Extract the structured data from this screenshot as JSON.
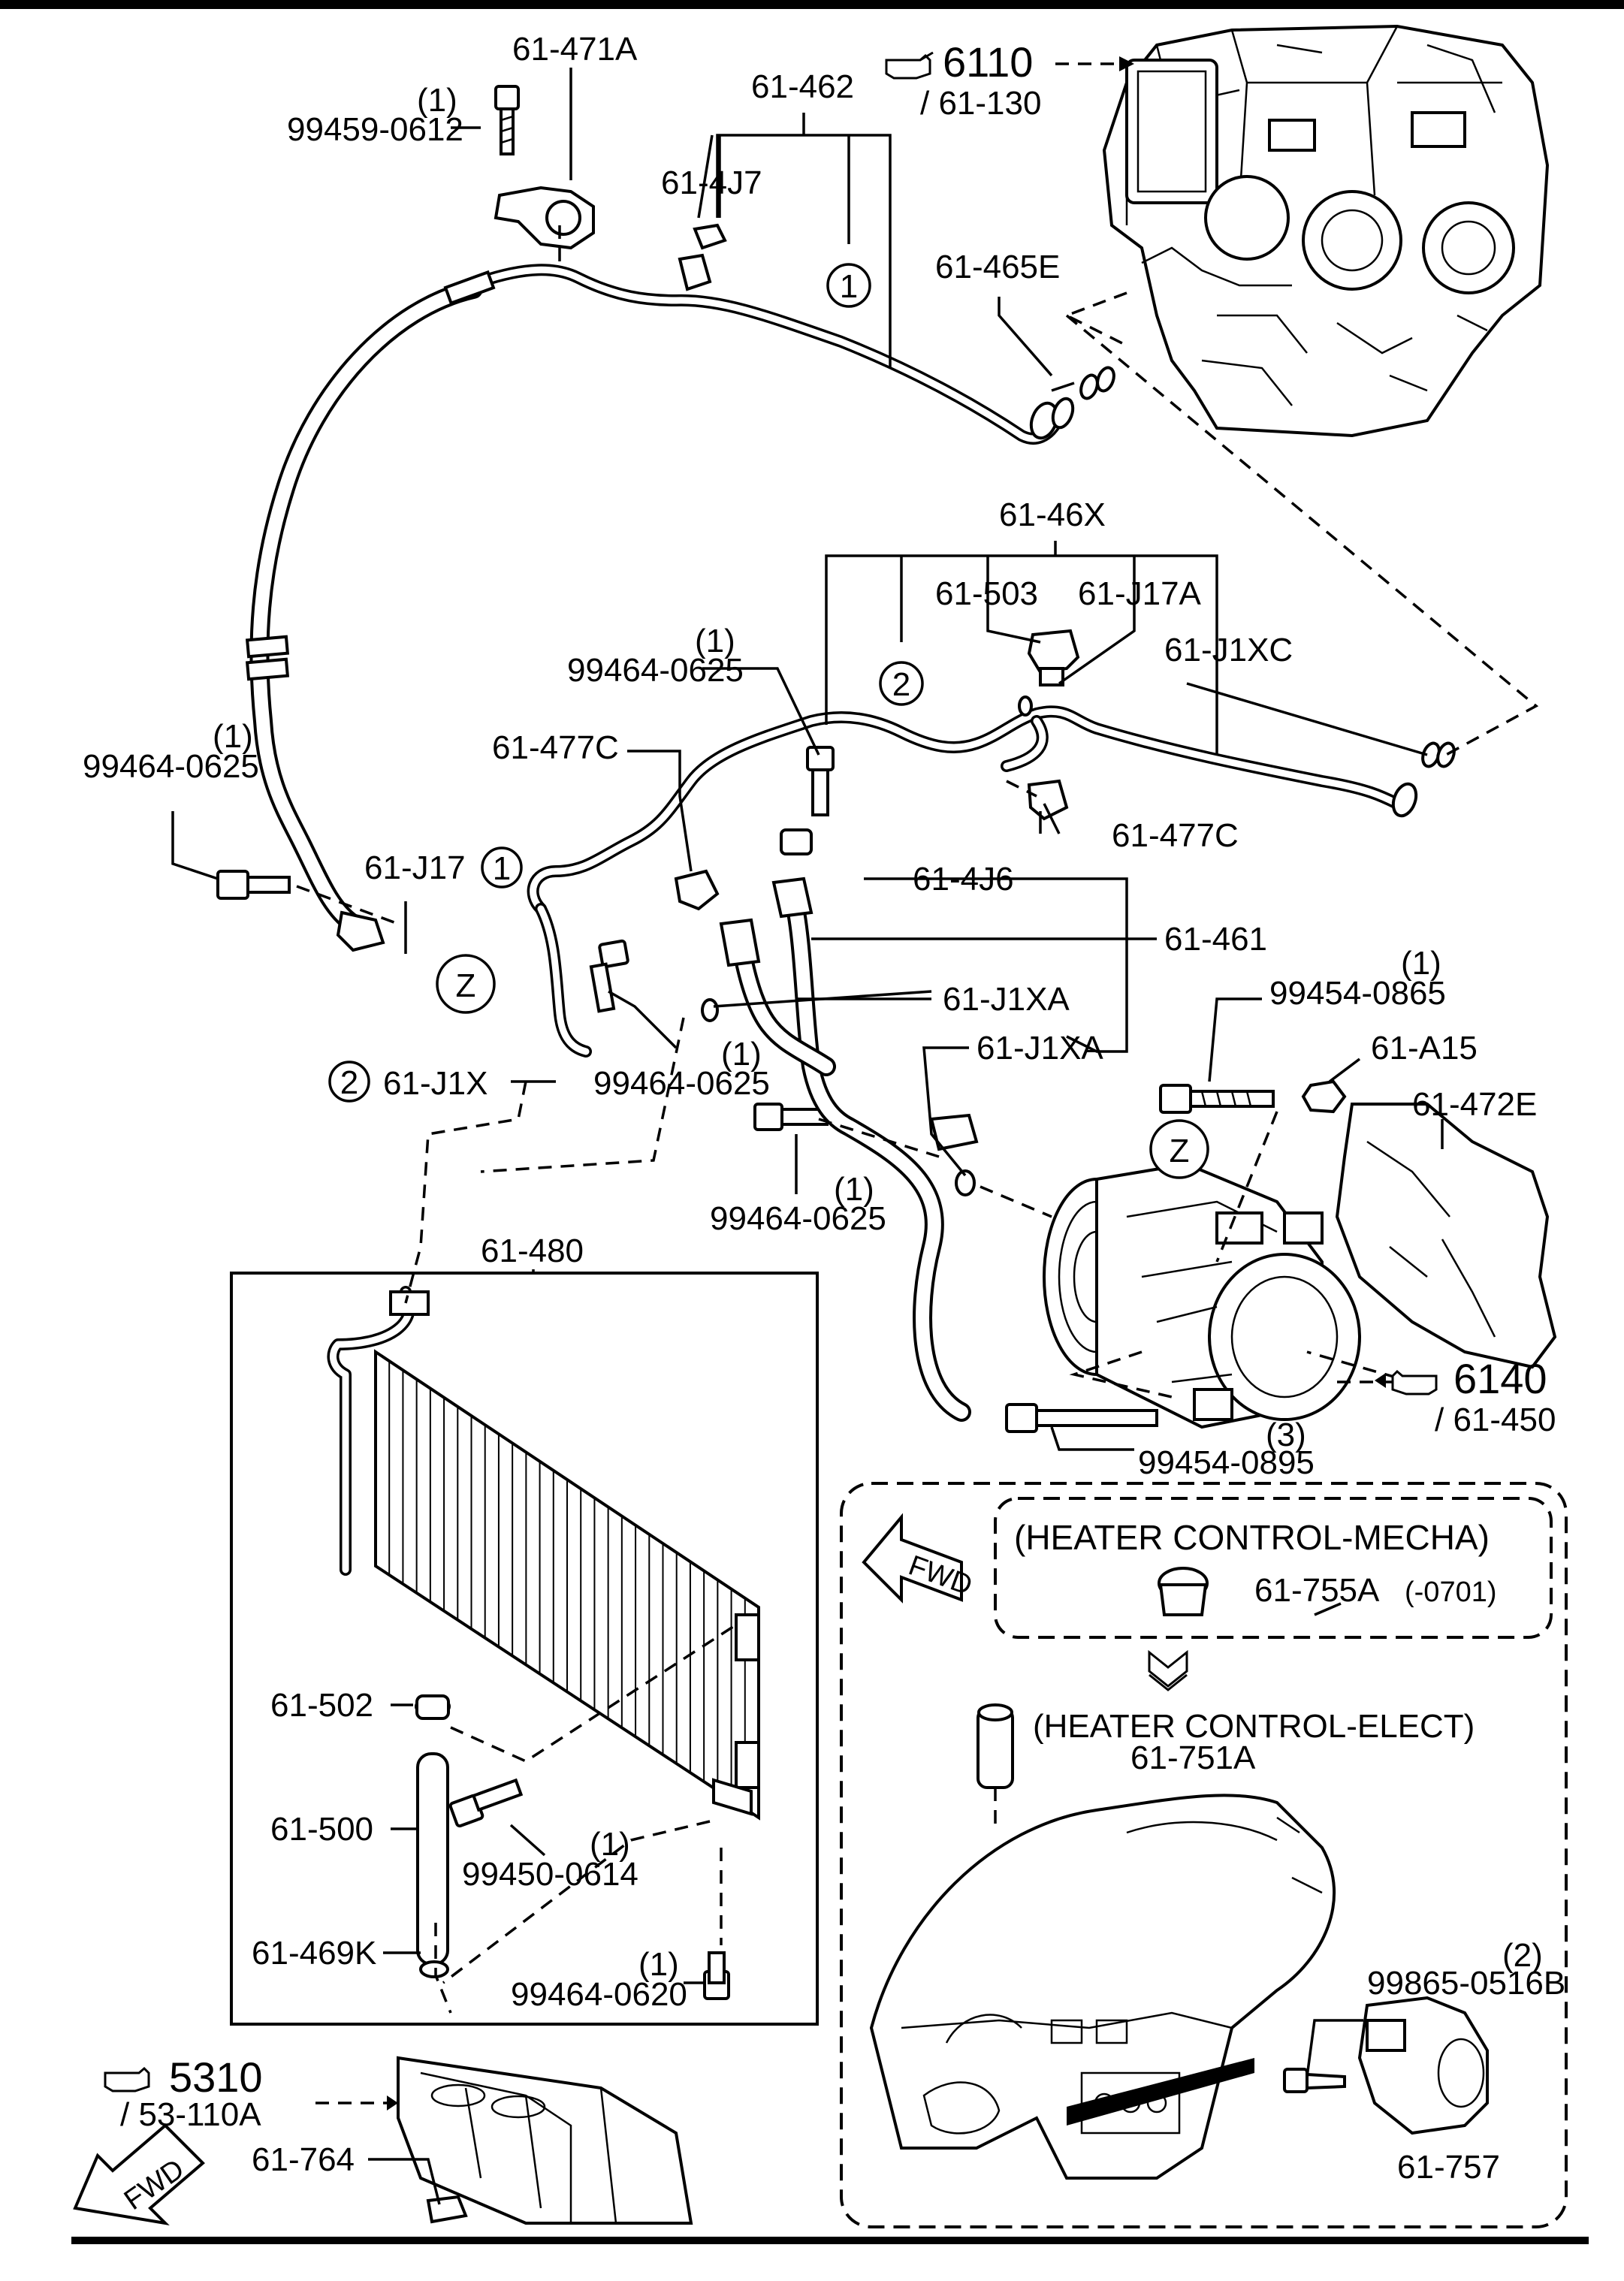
{
  "labels": {
    "p61_471A": "61-471A",
    "p99459_0612_qty": "(1)",
    "p99459_0612": "99459-0612",
    "p61_462": "61-462",
    "ref6110_num": "6110",
    "ref6110_sub": "/ 61-130",
    "p61_4J7": "61-4J7",
    "p61_465E": "61-465E",
    "p61_46X": "61-46X",
    "p61_503": "61-503",
    "p61_J17A": "61-J17A",
    "p61_J1XC": "61-J1XC",
    "p99464_0625_a_qty": "(1)",
    "p99464_0625_a": "99464-0625",
    "p61_477C_a": "61-477C",
    "p61_477C_b": "61-477C",
    "p99464_0625_b_qty": "(1)",
    "p99464_0625_b": "99464-0625",
    "p61_J17": "61-J17",
    "p61_4J6": "61-4J6",
    "p61_461": "61-461",
    "p61_J1XA_a": "61-J1XA",
    "p61_J1XA_b": "61-J1XA",
    "p99454_0865_qty": "(1)",
    "p99454_0865": "99454-0865",
    "p61_A15": "61-A15",
    "p61_472E": "61-472E",
    "p61_J1X": "61-J1X",
    "p99464_0625_c_qty": "(1)",
    "p99464_0625_c": "99464-0625",
    "p99464_0625_d_qty": "(1)",
    "p99464_0625_d": "99464-0625",
    "p61_480": "61-480",
    "ref6140_num": "6140",
    "ref6140_sub": "/ 61-450",
    "p99454_0895_qty": "(3)",
    "p99454_0895": "99454-0895",
    "p61_502": "61-502",
    "p61_500": "61-500",
    "p99450_0614_qty": "(1)",
    "p99450_0614": "99450-0614",
    "p61_469K": "61-469K",
    "p99464_0620_qty": "(1)",
    "p99464_0620": "99464-0620",
    "ref5310_num": "5310",
    "ref5310_sub": "/ 53-110A",
    "p61_764": "61-764",
    "heater_control_mecha": "(HEATER CONTROL-MECHA)",
    "p61_755A": "61-755A",
    "p61_755A_note": "(-0701)",
    "heater_control_elect": "(HEATER CONTROL-ELECT)",
    "p61_751A": "61-751A",
    "p99865_0516B_qty": "(2)",
    "p99865_0516B": "99865-0516B",
    "p61_757": "61-757",
    "fwd_box": "FWD",
    "fwd_bottom": "FWD",
    "callout_1": "1",
    "callout_2": "2",
    "callout_z": "Z"
  },
  "icons": [
    "pointing-hand-icon",
    "fwd-arrow-icon"
  ]
}
